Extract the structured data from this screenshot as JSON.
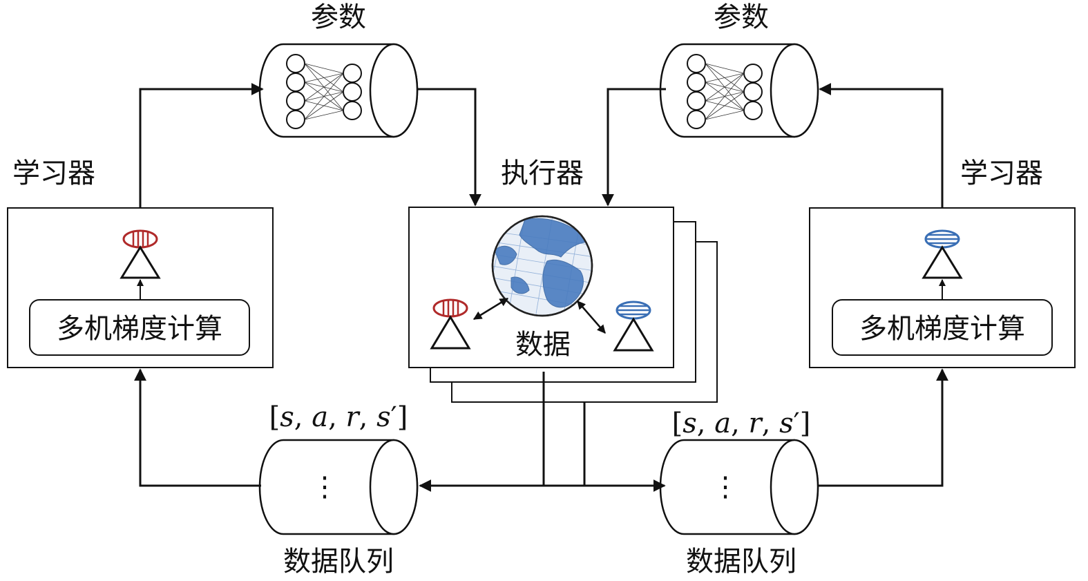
{
  "labels": {
    "params_left": "参数",
    "params_right": "参数",
    "learner_left": "学习器",
    "learner_right": "学习器",
    "executor": "执行器",
    "multi_gpu_left": "多机梯度计算",
    "multi_gpu_right": "多机梯度计算",
    "env_data": "数据",
    "queue_left": "数据队列",
    "queue_right": "数据队列"
  },
  "tuple": {
    "open": "[",
    "s": "s",
    "sep1": ",",
    "a": "a",
    "sep2": ",",
    "r": "r",
    "sep3": ",",
    "s2": "s",
    "prime": "′",
    "close": "]"
  },
  "queue_ellipsis": "⋮",
  "colors": {
    "line": "#111111",
    "policy_red": "#b02a2a",
    "policy_blue": "#3a6fb5",
    "globe_ocean": "#e9eff7",
    "globe_land": "#4a7cbf"
  }
}
